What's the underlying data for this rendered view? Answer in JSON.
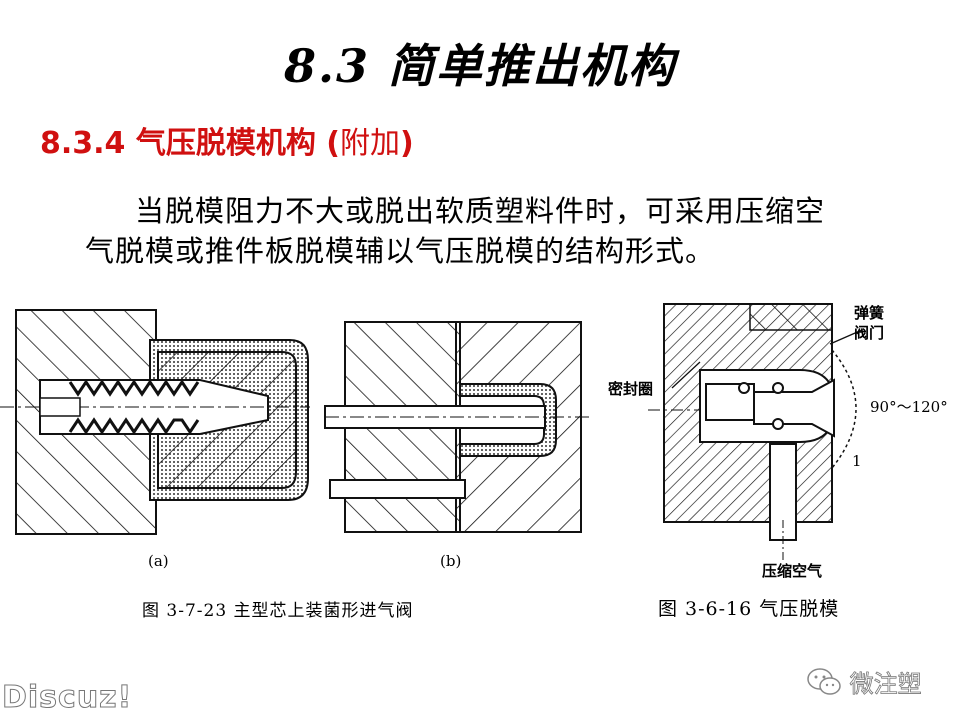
{
  "slide": {
    "title": "8.3   简单推出机构",
    "subtitle_main": "8.3.4  气压脱模机构 (",
    "subtitle_paren_text": "附加",
    "subtitle_close": ")",
    "body_line1": "当脱模阻力不大或脱出软质塑料件时，可采用压缩空",
    "body_line2": "气脱模或推件板脱模辅以气压脱模的结构形式。",
    "accent_color": "#d01010"
  },
  "figures": {
    "left": {
      "label_a": "(a)",
      "label_b": "(b)",
      "caption": "图 3-7-23    主型芯上装菌形进气阀"
    },
    "right": {
      "label_spring_valve_1": "弹簧",
      "label_spring_valve_2": "阀门",
      "label_seal": "密封圈",
      "label_angle": "90°～120°",
      "label_part_no": "1",
      "label_air": "压缩空气",
      "caption": "图 3-6-16    气压脱模"
    }
  },
  "watermarks": {
    "left": "Discuz!",
    "right": "微注塑",
    "right_icon": "wechat-icon"
  }
}
